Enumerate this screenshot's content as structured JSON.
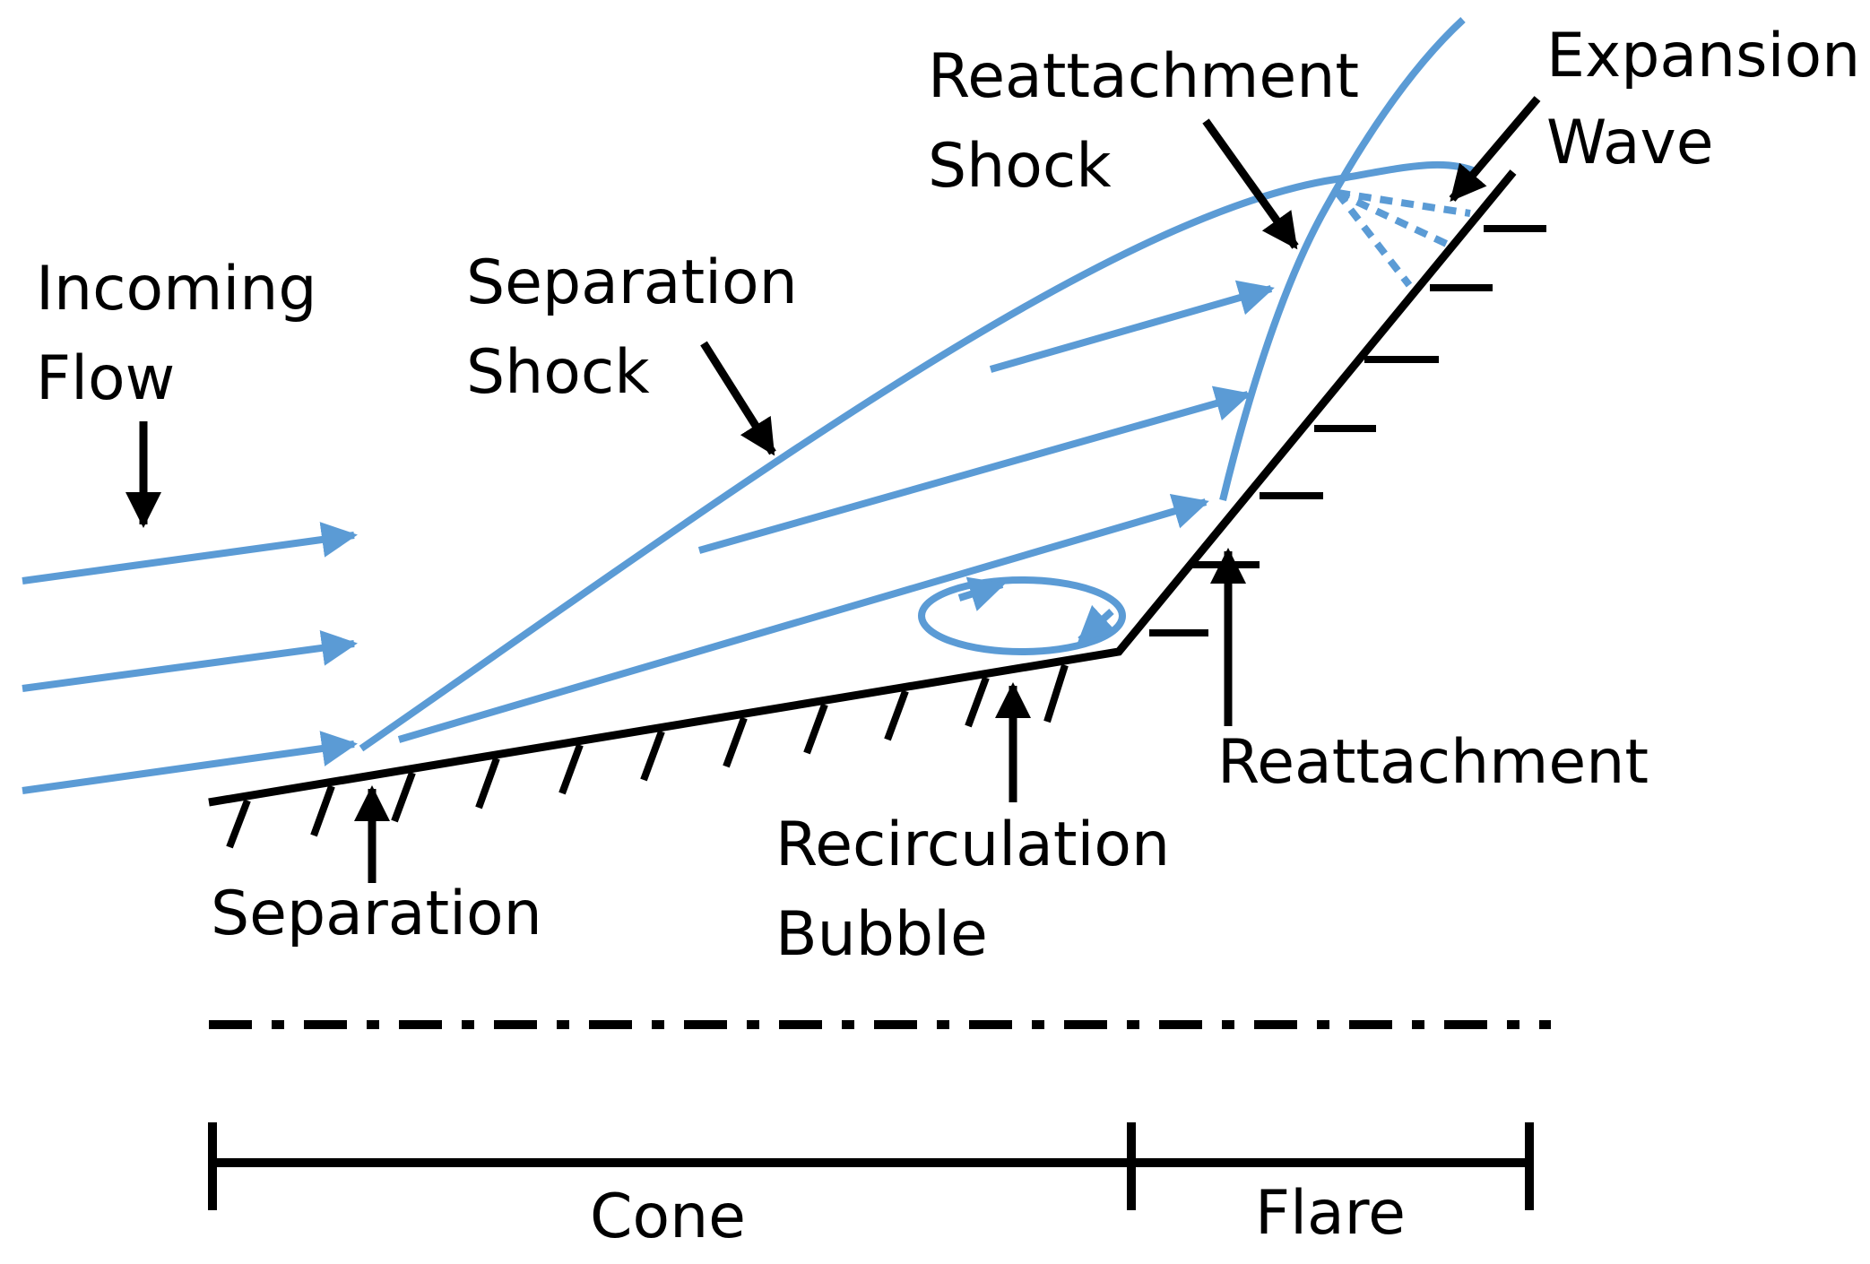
{
  "labels": {
    "incoming_flow": [
      "Incoming",
      "Flow"
    ],
    "separation_shock": [
      "Separation",
      "Shock"
    ],
    "reattachment_shock": [
      "Reattachment",
      "Shock"
    ],
    "expansion_wave": [
      "Expansion",
      "Wave"
    ],
    "separation": "Separation",
    "recirculation_bubble": [
      "Recirculation",
      "Bubble"
    ],
    "reattachment": "Reattachment",
    "cone": "Cone",
    "flare": "Flare"
  },
  "colors": {
    "flow": "#5b9bd5",
    "wall": "#000000"
  }
}
